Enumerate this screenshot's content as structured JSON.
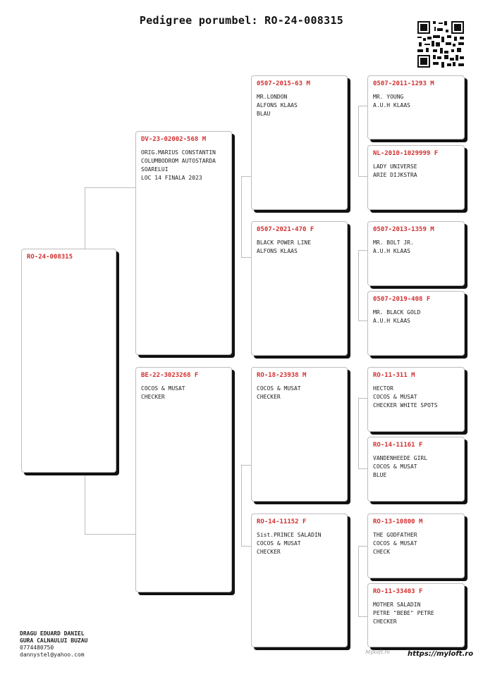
{
  "title": "Pedigree porumbel: RO-24-008315",
  "subject": {
    "ring": "RO-24-008315",
    "lines": []
  },
  "parents": {
    "sire": {
      "ring": "DV-23-02002-568 M",
      "lines": [
        "ORIG.MARIUS CONSTANTIN",
        "COLUMBODROM AUTOSTARDA",
        "SOARELUI",
        "LOC 14 FINALA 2023"
      ]
    },
    "dam": {
      "ring": "BE-22-3023268 F",
      "lines": [
        "COCOS & MUSAT",
        "CHECKER"
      ]
    }
  },
  "grandparents": {
    "ss": {
      "ring": "0507-2015-63 M",
      "lines": [
        "MR.LONDON",
        "ALFONS KLAAS",
        "BLAU"
      ]
    },
    "sd": {
      "ring": "0507-2021-470 F",
      "lines": [
        "BLACK POWER LINE",
        "ALFONS KLAAS"
      ]
    },
    "ds": {
      "ring": "RO-18-23938 M",
      "lines": [
        "COCOS & MUSAT",
        "CHECKER"
      ]
    },
    "dd": {
      "ring": "RO-14-11152 F",
      "lines": [
        "Sist.PRINCE SALADIN",
        "COCOS & MUSAT",
        "CHECKER"
      ]
    }
  },
  "great_grandparents": [
    {
      "ring": "0507-2011-1293 M",
      "lines": [
        "MR. YOUNG",
        "A.U.H KLAAS"
      ]
    },
    {
      "ring": "NL-2010-1029999 F",
      "lines": [
        "LADY UNIVERSE",
        "ARIE DIJKSTRA"
      ]
    },
    {
      "ring": "0507-2013-1359 M",
      "lines": [
        "MR. BOLT JR.",
        "A.U.H KLAAS"
      ]
    },
    {
      "ring": "0507-2019-408 F",
      "lines": [
        "MR. BLACK GOLD",
        "A.U.H KLAAS"
      ]
    },
    {
      "ring": "RO-11-311 M",
      "lines": [
        "HECTOR",
        "COCOS & MUSAT",
        "CHECKER WHITE SPOTS"
      ]
    },
    {
      "ring": "RO-14-11161 F",
      "lines": [
        "VANDENHEEDE GIRL",
        "COCOS & MUSAT",
        "BLUE"
      ]
    },
    {
      "ring": "RO-13-10800 M",
      "lines": [
        "THE GODFATHER",
        "COCOS & MUSAT",
        "CHECK"
      ]
    },
    {
      "ring": "RO-11-33403 F",
      "lines": [
        "MOTHER SALADIN",
        "PETRE \"BEBE\" PETRE",
        "CHECKER"
      ]
    }
  ],
  "owner": {
    "name": "DRAGU EDUARD DANIEL",
    "location": "GURA CALNAULUI BUZAU",
    "phone": "0774480750",
    "email": "dannystel@yahoo.com"
  },
  "footer": {
    "signature": "Mykoft.ro",
    "url": "https://myloft.ro"
  },
  "icons": {
    "qr": "qr-code-icon"
  },
  "colors": {
    "ring": "#d32f2f",
    "shadow": "#111111"
  }
}
